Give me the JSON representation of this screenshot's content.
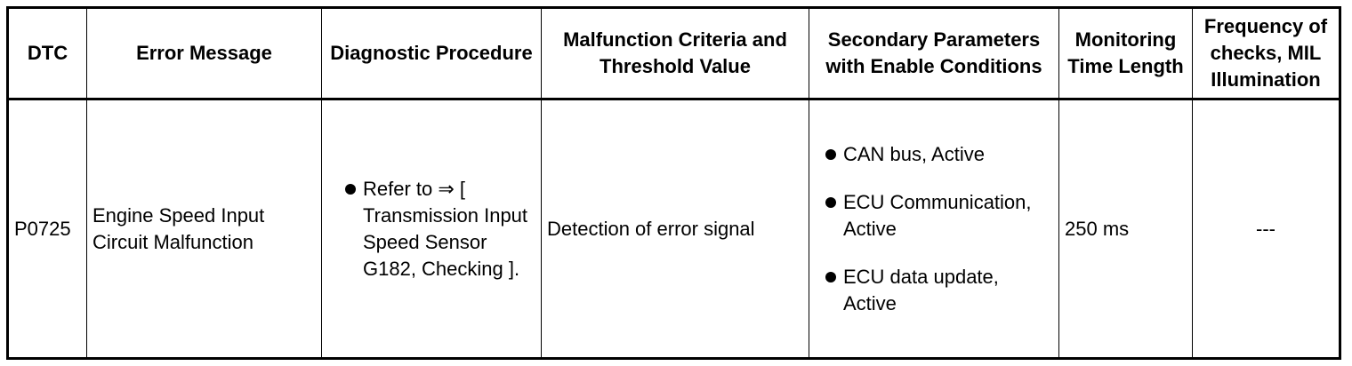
{
  "headers": {
    "dtc": "DTC",
    "error_message": "Error Message",
    "diagnostic_procedure": "Diagnostic Procedure",
    "malfunction_criteria": "Malfunction Criteria and Threshold Value",
    "secondary_parameters": "Secondary Parameters with Enable Conditions",
    "monitoring_time": "Monitoring Time Length",
    "frequency": "Frequency of checks, MIL Illumination"
  },
  "row": {
    "dtc": "P0725",
    "error_message": "Engine Speed Input Circuit Malfunction",
    "diagnostic_procedure": [
      "Refer to ⇒ [ Transmission Input Speed Sensor G182, Checking ]."
    ],
    "malfunction_criteria": "Detection of error signal",
    "secondary_parameters": [
      "CAN bus, Active",
      "ECU Communication, Active",
      "ECU data update, Active"
    ],
    "monitoring_time": "250 ms",
    "frequency": "---"
  }
}
